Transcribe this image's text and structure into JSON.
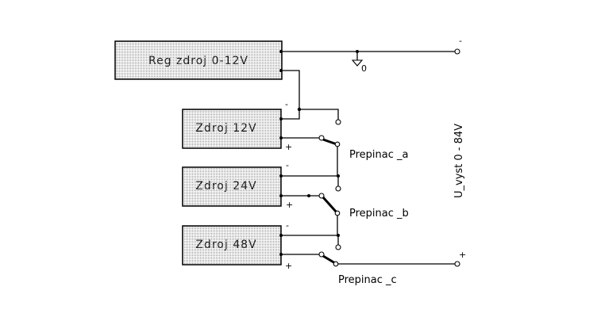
{
  "diagram": {
    "type": "circuit-schematic",
    "blocks": [
      {
        "id": "reg",
        "label": "Reg zdroj 0-12V"
      },
      {
        "id": "z12",
        "label": "Zdroj 12V"
      },
      {
        "id": "z24",
        "label": "Zdroj 24V"
      },
      {
        "id": "z48",
        "label": "Zdroj 48V"
      }
    ],
    "polarity": {
      "minus": "-",
      "plus": "+"
    },
    "ground": {
      "label": "0"
    },
    "switches": [
      {
        "id": "a",
        "label": "Prepinac _a"
      },
      {
        "id": "b",
        "label": "Prepinac _b"
      },
      {
        "id": "c",
        "label": "Prepinac _c"
      }
    ],
    "output": {
      "label": "U_vyst 0 - 84V",
      "minus_label": "-",
      "plus_label": "+"
    },
    "colors": {
      "line": "#000000",
      "box_fill_pattern": "#9a9a9a",
      "background": "#ffffff"
    }
  }
}
